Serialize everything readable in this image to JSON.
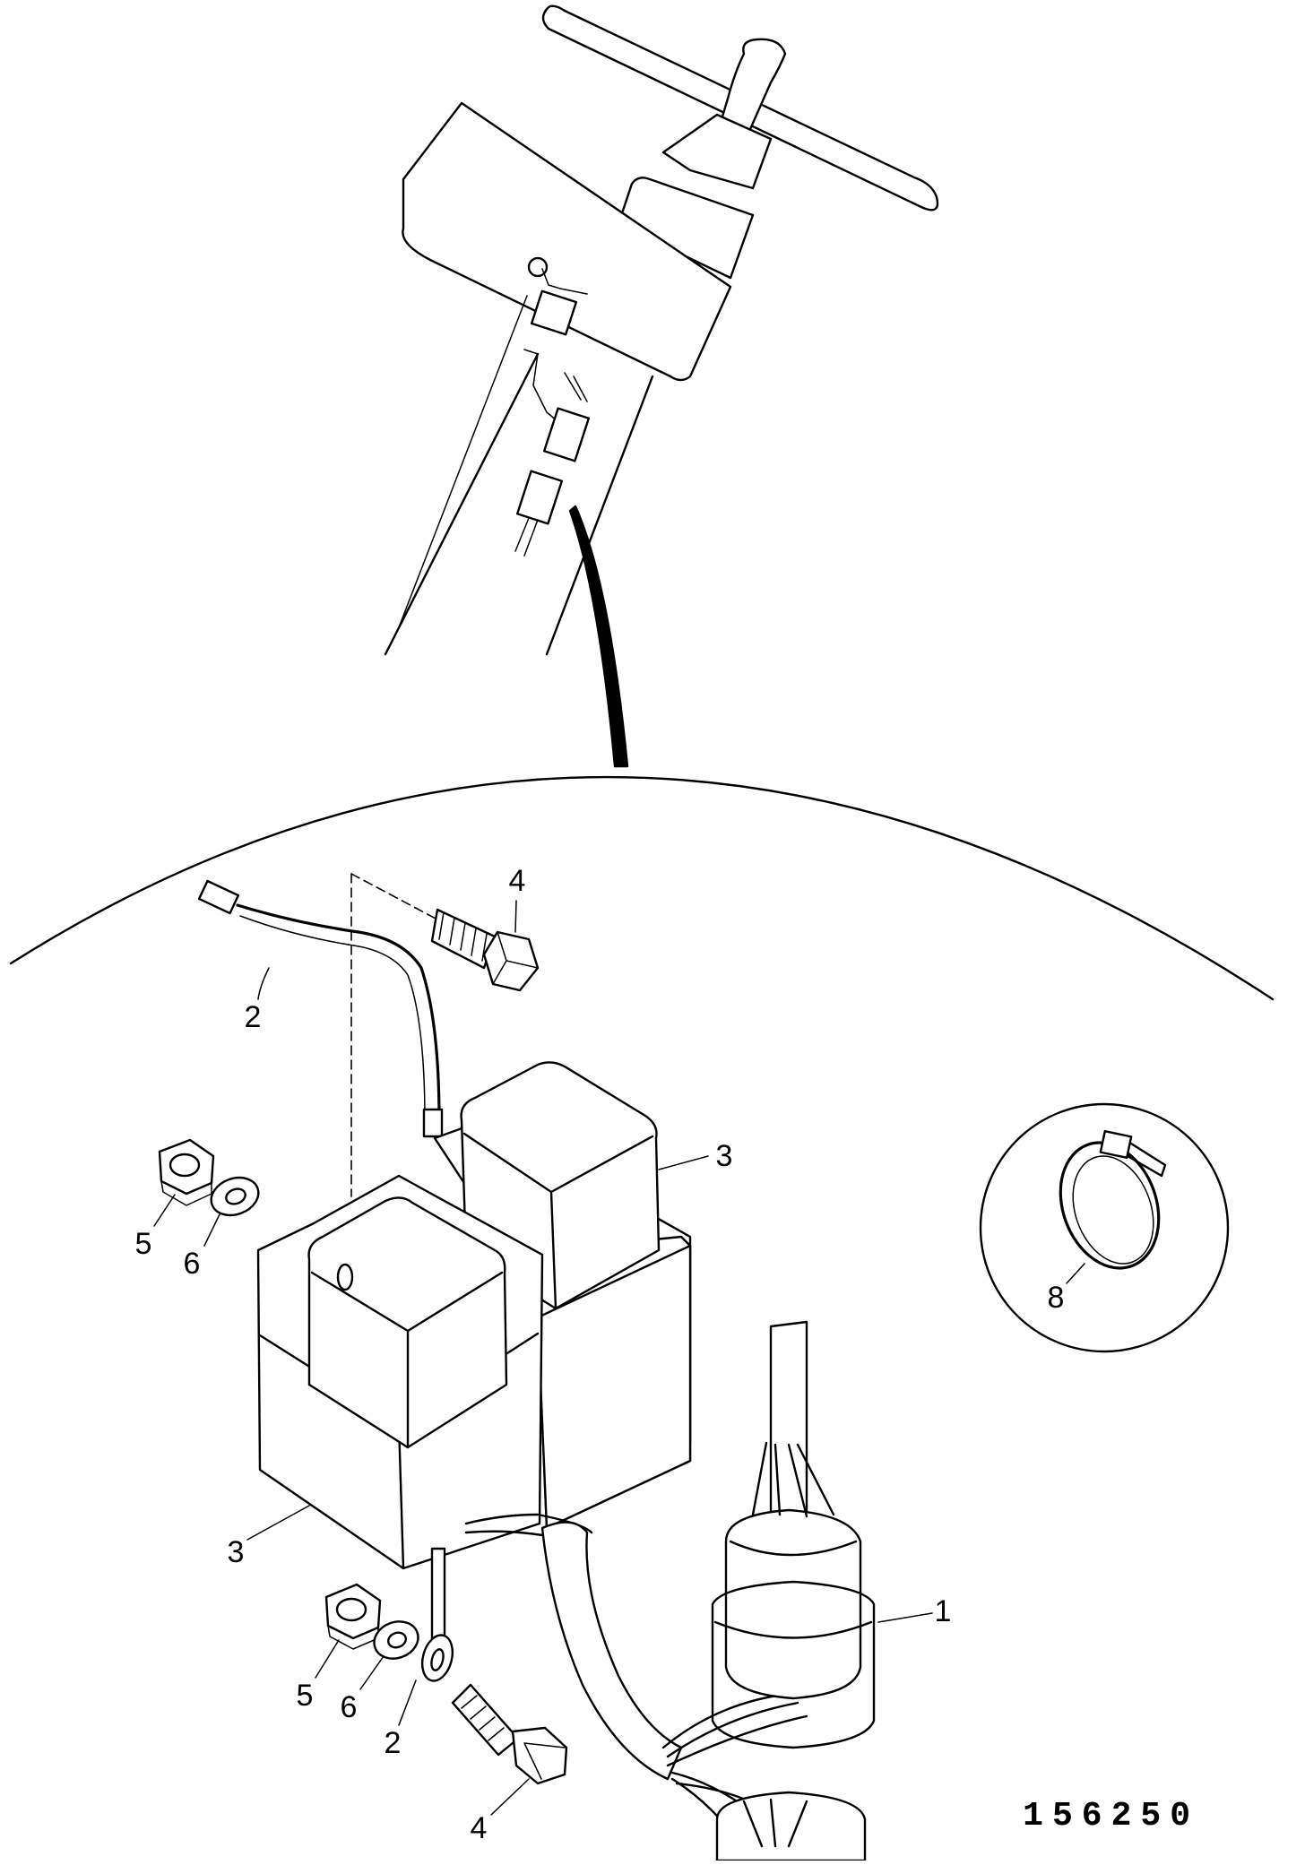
{
  "figure": {
    "drawing_number": "156250"
  },
  "callouts": [
    {
      "id": "c1",
      "text": "1"
    },
    {
      "id": "c2a",
      "text": "2"
    },
    {
      "id": "c2b",
      "text": "2"
    },
    {
      "id": "c3a",
      "text": "3"
    },
    {
      "id": "c3b",
      "text": "3"
    },
    {
      "id": "c4a",
      "text": "4"
    },
    {
      "id": "c4b",
      "text": "4"
    },
    {
      "id": "c5a",
      "text": "5"
    },
    {
      "id": "c5b",
      "text": "5"
    },
    {
      "id": "c6a",
      "text": "6"
    },
    {
      "id": "c6b",
      "text": "6"
    },
    {
      "id": "c8",
      "text": "8"
    }
  ]
}
